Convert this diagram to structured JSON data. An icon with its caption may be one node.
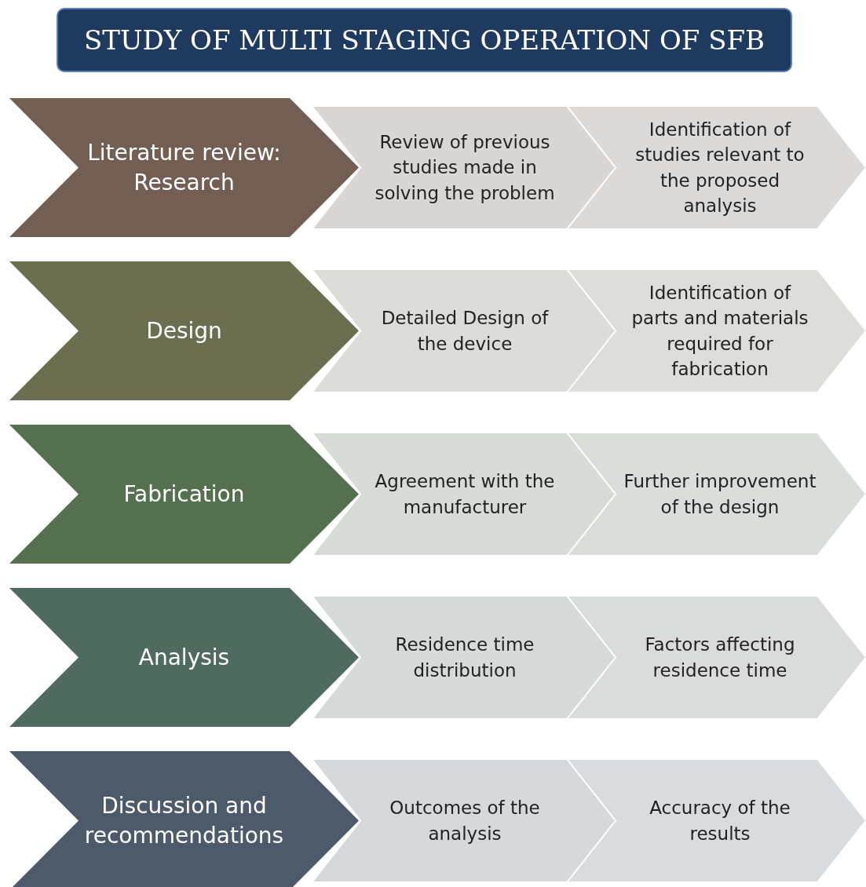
{
  "diagram": {
    "title": "STUDY OF MULTI STAGING OPERATION OF SFB",
    "nodes": [
      {
        "text": [
          "Literature review: Research"
        ]
      },
      {
        "text": [
          "Review of previous studies made in solving the problem"
        ]
      },
      {
        "text": [
          "Identification of studies relevant to the proposed analysis"
        ]
      },
      {
        "text": [
          "Design"
        ]
      },
      {
        "text": [
          "Detailed Design of the device"
        ]
      },
      {
        "text": [
          "Identification of parts and materials required for fabrication"
        ]
      },
      {
        "text": [
          "Fabrication"
        ]
      },
      {
        "text": [
          "Agreement with the manufacturer"
        ]
      },
      {
        "text": [
          "Further improvement of the design"
        ]
      },
      {
        "text": [
          "Analysis"
        ]
      },
      {
        "text": [
          "Residence time distribution"
        ]
      },
      {
        "text": [
          "Factors affecting residence time"
        ]
      },
      {
        "text": [
          "Discussion and recommendations"
        ]
      },
      {
        "text": [
          "Outcomes of the analysis"
        ]
      },
      {
        "text": [
          "Accuracy of the results"
        ]
      }
    ]
  }
}
